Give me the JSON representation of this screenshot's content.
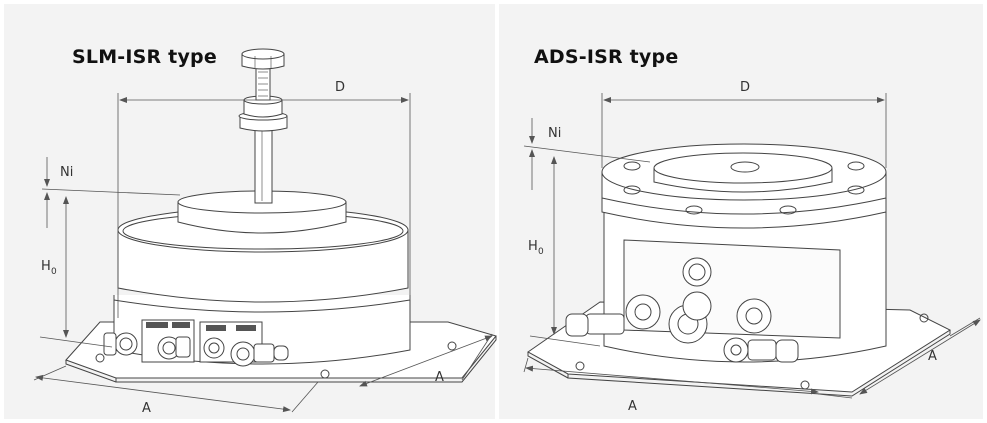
{
  "panels": [
    {
      "title": "SLM-ISR type",
      "labels": {
        "d": "D",
        "ni": "Ni",
        "h": "H",
        "h_sub": "0",
        "a_front": "A",
        "a_side": "A"
      }
    },
    {
      "title": "ADS-ISR type",
      "labels": {
        "d": "D",
        "ni": "Ni",
        "h": "H",
        "h_sub": "0",
        "a_front": "A",
        "a_side": "A"
      }
    }
  ]
}
